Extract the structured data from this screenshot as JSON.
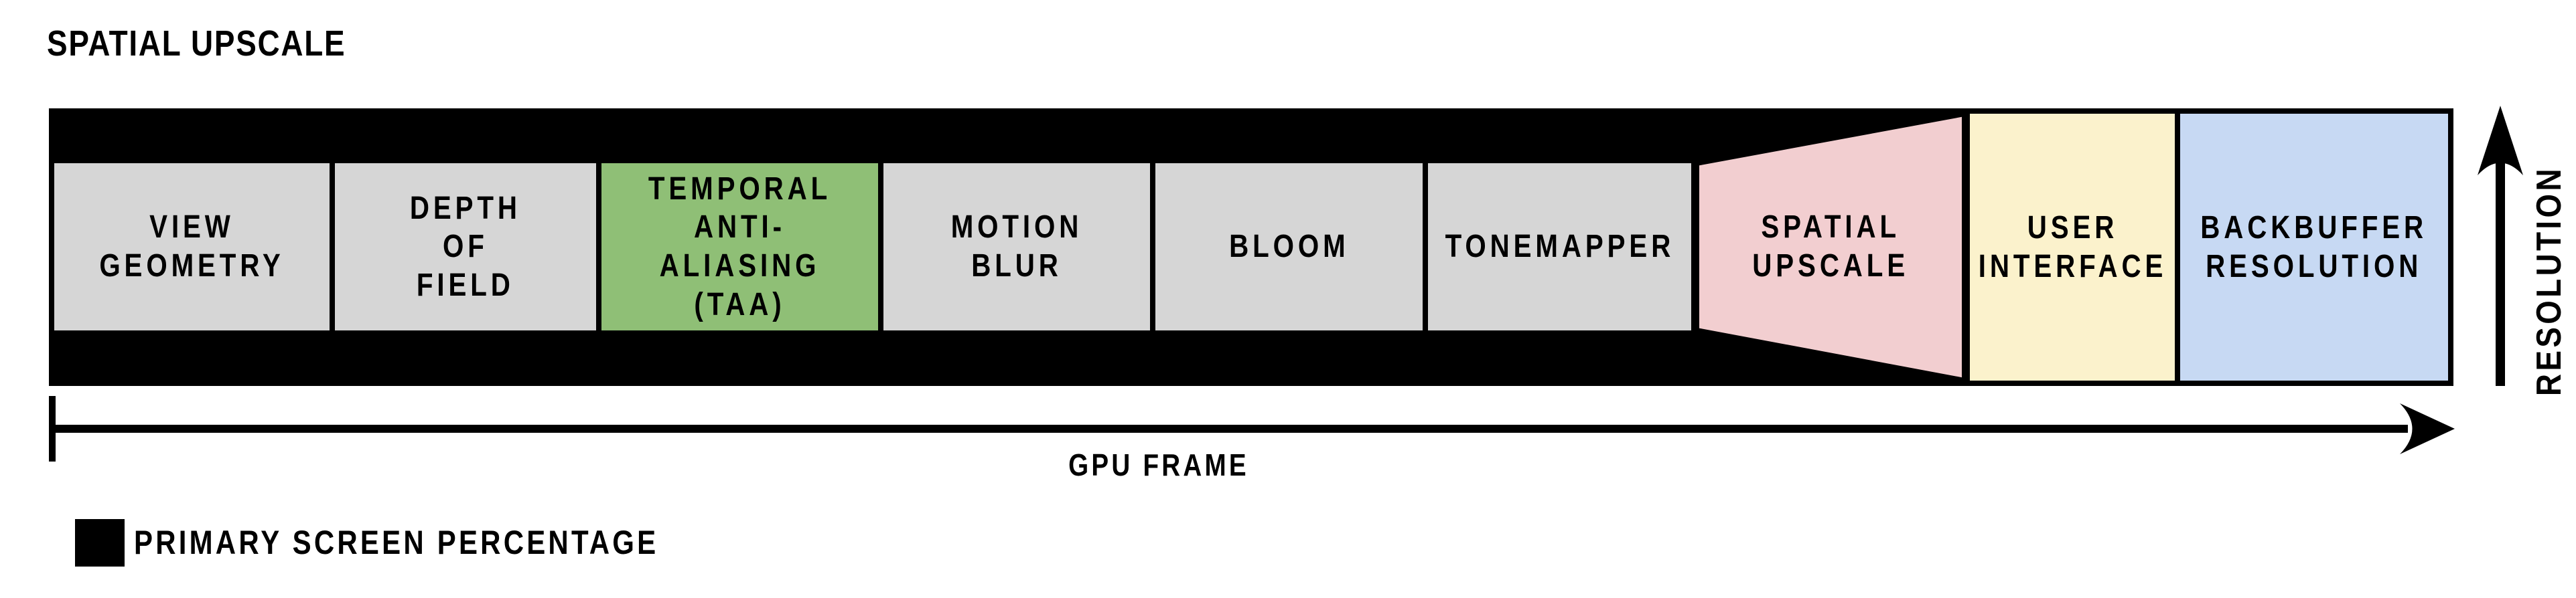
{
  "title": "SPATIAL UPSCALE",
  "diagram": {
    "band_color": "#000000",
    "stages": [
      {
        "id": "view-geometry",
        "label": "VIEW\nGEOMETRY",
        "color": "#d6d6d6"
      },
      {
        "id": "depth-of-field",
        "label": "DEPTH\nOF\nFIELD",
        "color": "#d6d6d6"
      },
      {
        "id": "temporal-anti-aliasing",
        "label": "TEMPORAL\nANTI-ALIASING\n(TAA)",
        "color": "#8fbf76"
      },
      {
        "id": "motion-blur",
        "label": "MOTION\nBLUR",
        "color": "#d6d6d6"
      },
      {
        "id": "bloom",
        "label": "BLOOM",
        "color": "#d6d6d6"
      },
      {
        "id": "tonemapper",
        "label": "TONEMAPPER",
        "color": "#d6d6d6"
      },
      {
        "id": "spatial-upscale",
        "label": "SPATIAL\nUPSCALE",
        "color": "#f2ced0"
      },
      {
        "id": "user-interface",
        "label": "USER\nINTERFACE",
        "color": "#fbf2cc"
      },
      {
        "id": "backbuffer-resolution",
        "label": "BACKBUFFER\nRESOLUTION",
        "color": "#c7d9f3"
      }
    ]
  },
  "axes": {
    "x_label": "GPU FRAME",
    "y_label": "RESOLUTION",
    "axis_color": "#000000"
  },
  "legend": {
    "swatch_color": "#000000",
    "label": "PRIMARY SCREEN PERCENTAGE"
  }
}
